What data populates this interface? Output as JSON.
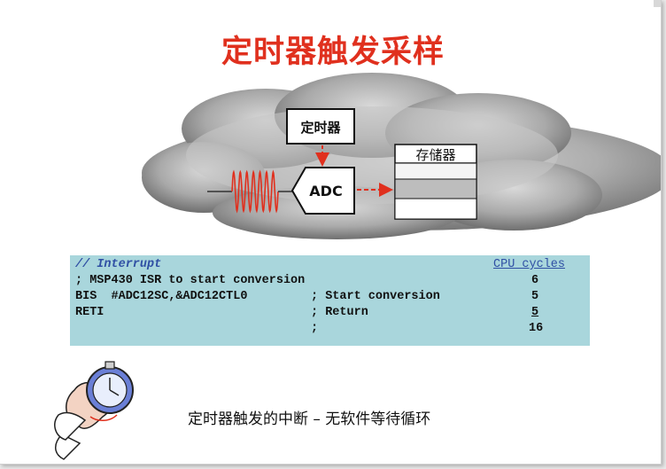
{
  "slide": {
    "title": "定时器触发采样",
    "caption": "定时器触发的中断 – 无软件等待循环"
  },
  "diagram": {
    "timer_label": "定时器",
    "adc_label": "ADC",
    "memory_label": "存储器"
  },
  "code": {
    "header_comment": "// Interrupt",
    "header_cycles": "CPU cycles",
    "lines": [
      {
        "text": "; MSP430 ISR to start conversion",
        "cycles": "6"
      },
      {
        "text": "BIS  #ADC12SC,&ADC12CTL0",
        "comment": "; Start conversion",
        "cycles": "5"
      },
      {
        "text": "RETI",
        "comment": "; Return",
        "cycles": "5"
      },
      {
        "text": "",
        "comment": ";",
        "cycles": "16"
      }
    ]
  },
  "colors": {
    "title": "#e0301e",
    "code_background": "#a9d6dc",
    "arrow": "#e0301e",
    "cloud": "#9a9a9a"
  },
  "icons": [
    "stopwatch-icon"
  ]
}
